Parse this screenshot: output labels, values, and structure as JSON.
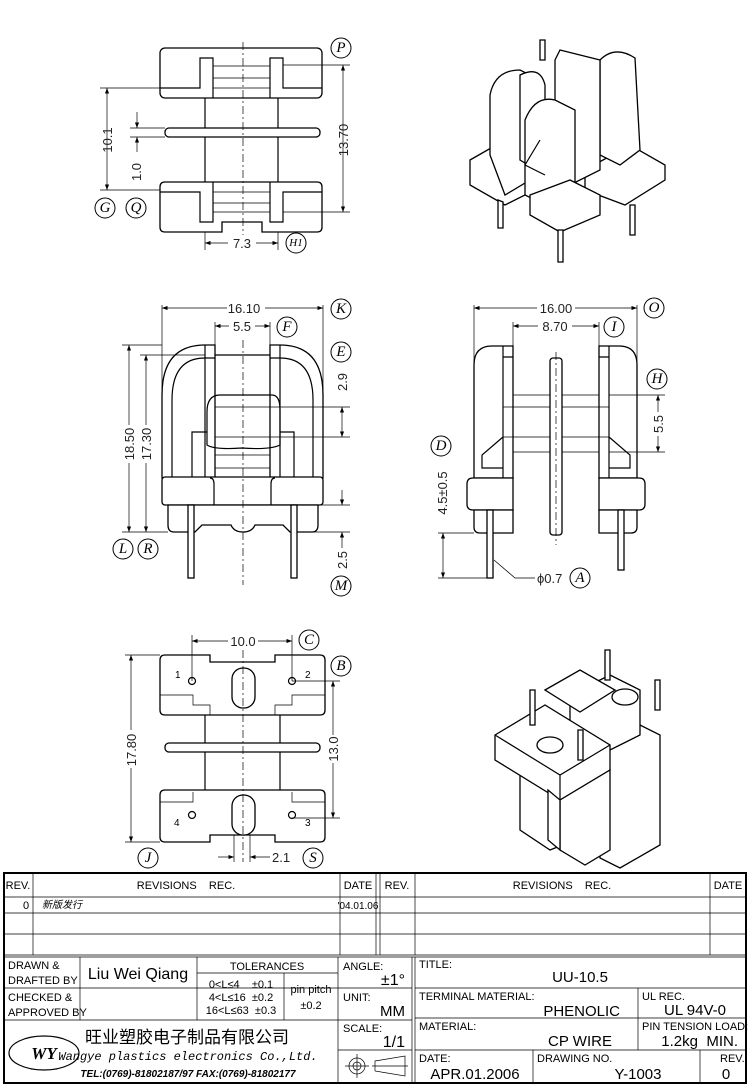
{
  "top_view": {
    "dims": {
      "overall_gap": "10.1",
      "flange": "1.0",
      "height": "13.70",
      "core_width": "7.3"
    },
    "callouts": {
      "p": "P",
      "g": "G",
      "q": "Q",
      "h1": "H1"
    }
  },
  "front_view": {
    "dims": {
      "width": "16.10",
      "slot": "5.5",
      "height_total": "18.50",
      "height_body": "17.30",
      "window": "2.9",
      "base": "2.5"
    },
    "callouts": {
      "k": "K",
      "f": "F",
      "e": "E",
      "l": "L",
      "r": "R",
      "m": "M"
    }
  },
  "side_view": {
    "dims": {
      "width": "16.00",
      "inner": "8.70",
      "core": "5.5",
      "pin_length": "4.5±0.5",
      "pin_dia": "ϕ0.7"
    },
    "callouts": {
      "o": "O",
      "i": "I",
      "h": "H",
      "d": "D",
      "a": "A"
    }
  },
  "bottom_view": {
    "dims": {
      "pitch_x": "10.0",
      "length": "17.80",
      "pitch_y": "13.0",
      "slot": "2.1"
    },
    "pins": [
      "1",
      "2",
      "3",
      "4"
    ],
    "callouts": {
      "c": "C",
      "b": "B",
      "j": "J",
      "s": "S"
    }
  },
  "revisions": {
    "headers": {
      "rev": "REV.",
      "rec": "REVISIONS    REC.",
      "date": "DATE"
    },
    "rows": [
      {
        "rev": "0",
        "rec": "新版发行",
        "date": "'04.01.06"
      }
    ]
  },
  "title_block": {
    "drawn_label_1": "DRAWN &",
    "drawn_label_2": "DRAFTED BY",
    "drawn_by": "Liu Wei Qiang",
    "checked_label_1": "CHECKED &",
    "checked_label_2": "APPROVED BY",
    "tolerances_label": "TOLERANCES",
    "tolerances": [
      "0<L≤4    ±0.1",
      "4<L≤16  ±0.2",
      "16<L≤63  ±0.3"
    ],
    "pin_pitch_label": "pin pitch",
    "pin_pitch_value": "±0.2",
    "angle_label": "ANGLE:",
    "angle_value": "±1°",
    "unit_label": "UNIT:",
    "unit_value": "MM",
    "scale_label": "SCALE:",
    "scale_value": "1/1",
    "company_cn": "旺业塑胶电子制品有限公司",
    "company_en": "Wangye plastics electronics Co.,Ltd.",
    "company_contact": "TEL:(0769)-81802187/97   FAX:(0769)-81802177",
    "logo": "WY",
    "title_label": "TITLE:",
    "title_value": "UU-10.5",
    "terminal_label": "TERMINAL MATERIAL:",
    "terminal_value": "PHENOLIC",
    "ul_label": "UL REC.",
    "ul_value": "UL 94V-0",
    "material_label": "MATERIAL:",
    "material_value": "CP WIRE",
    "pin_tension_label": "PIN TENSION LOAD:",
    "pin_tension_value": "1.2kg  MIN.",
    "date_label": "DATE:",
    "date_value": "APR.01.2006",
    "drawing_no_label": "DRAWING NO.",
    "drawing_no_value": "Y-1003",
    "rev_label": "REV.",
    "rev_value": "0"
  }
}
